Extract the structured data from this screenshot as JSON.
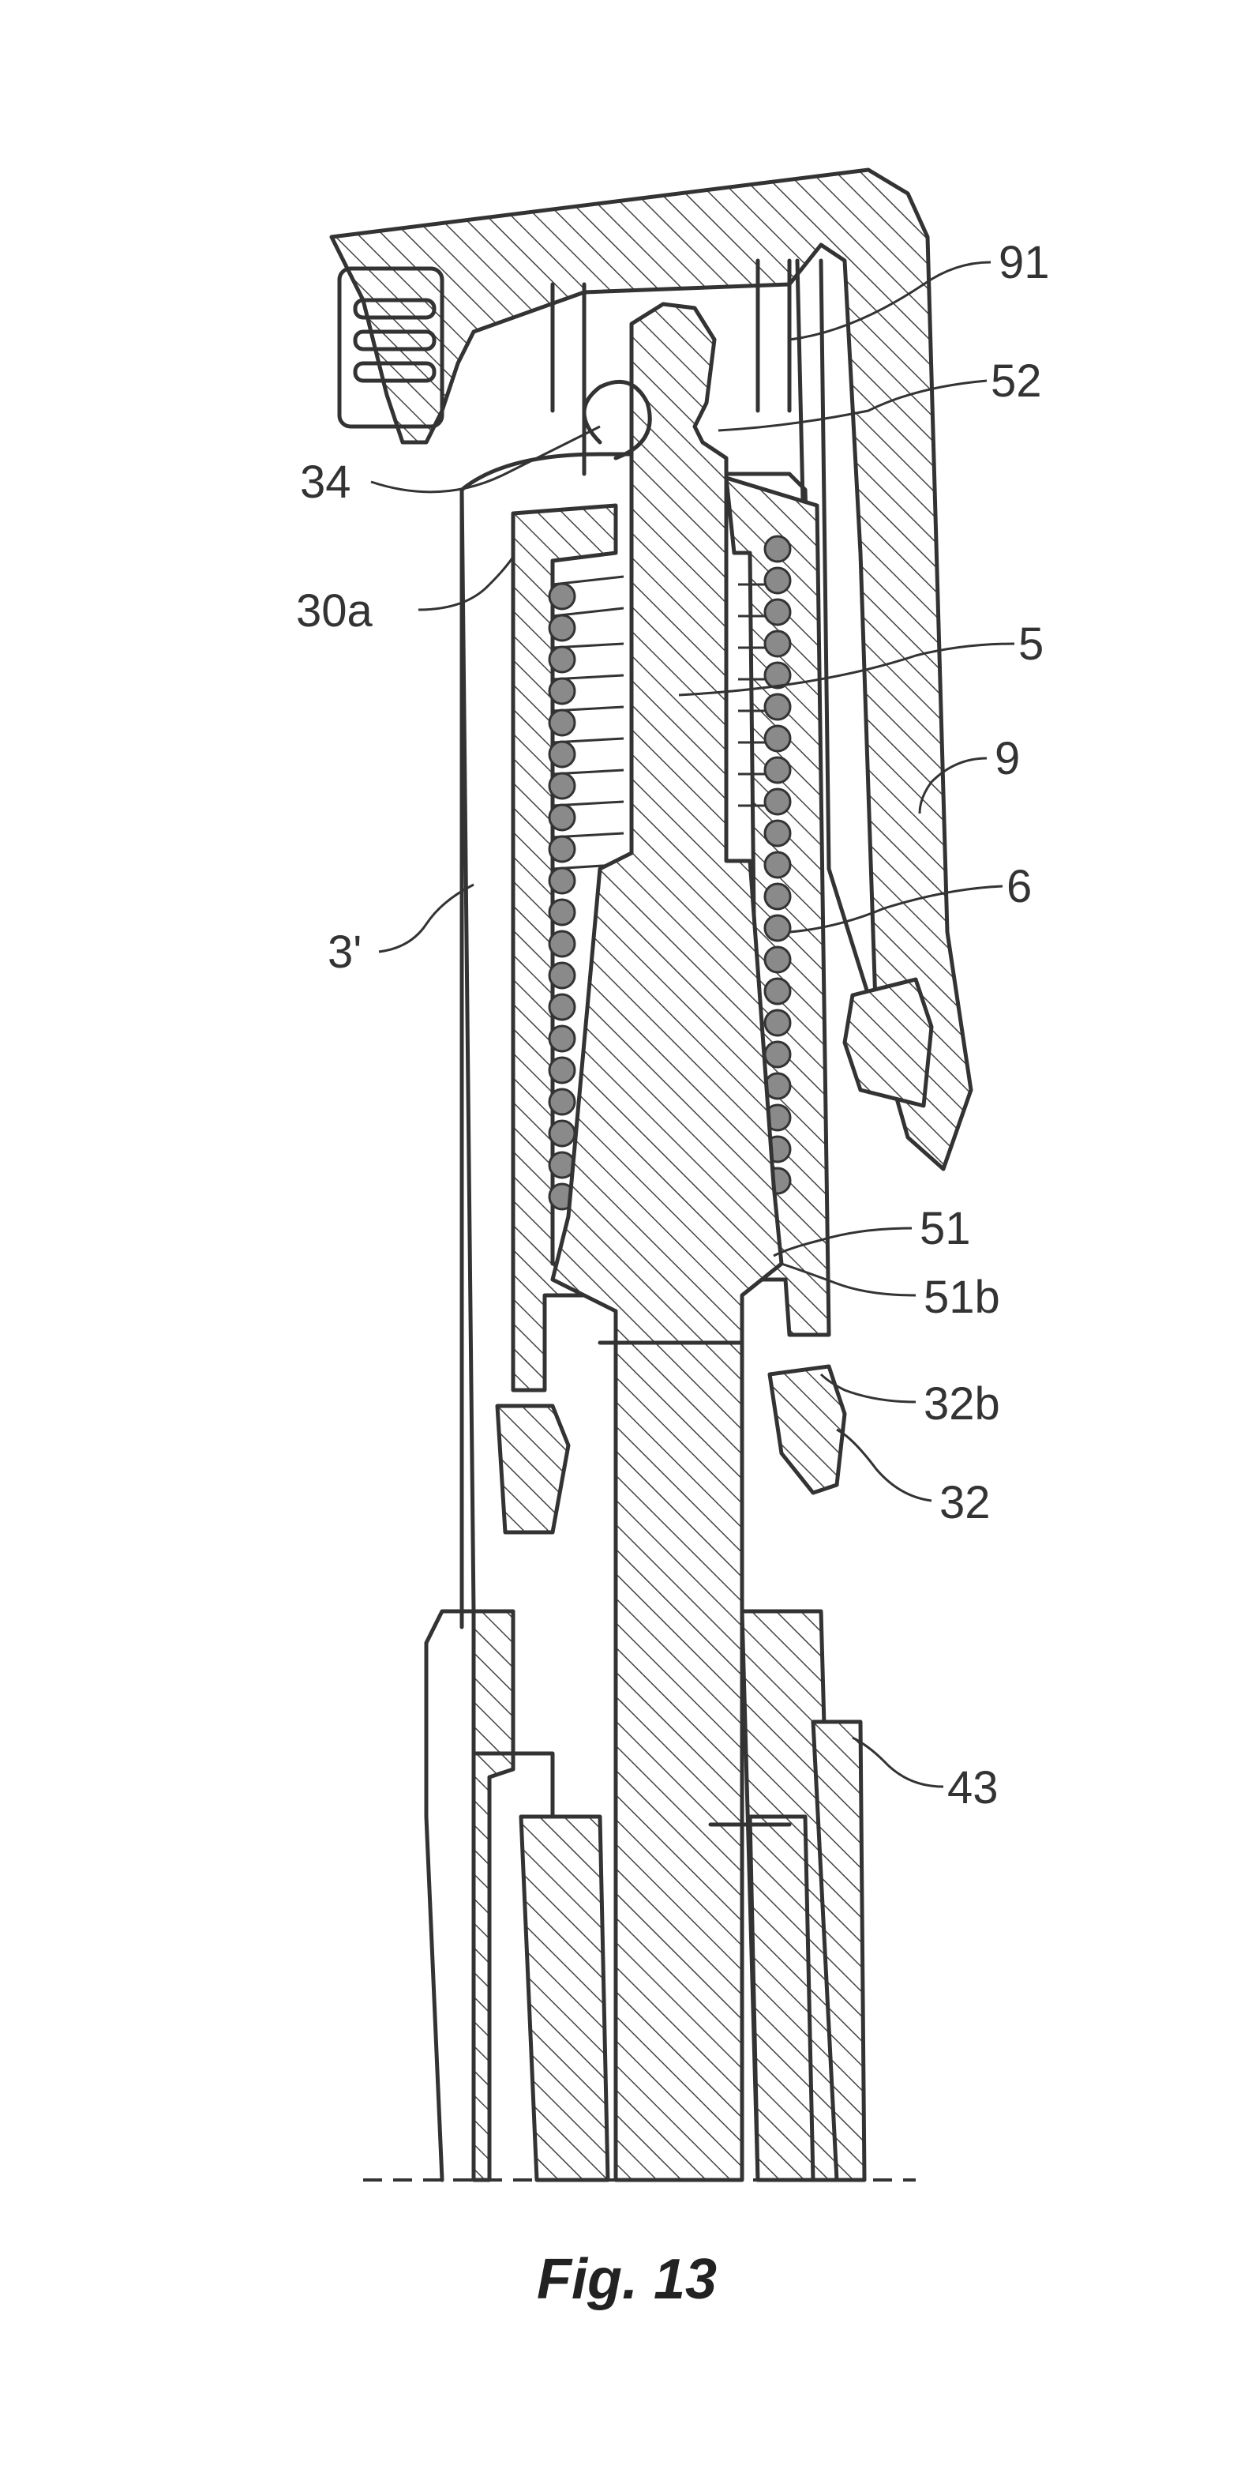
{
  "figure": {
    "caption": "Fig. 13",
    "labels": {
      "l91": "91",
      "l52": "52",
      "l34": "34",
      "l30a": "30a",
      "l5": "5",
      "l9": "9",
      "l6": "6",
      "l3": "3'",
      "l51": "51",
      "l51b": "51b",
      "l32b": "32b",
      "l32": "32",
      "l43": "43"
    }
  }
}
